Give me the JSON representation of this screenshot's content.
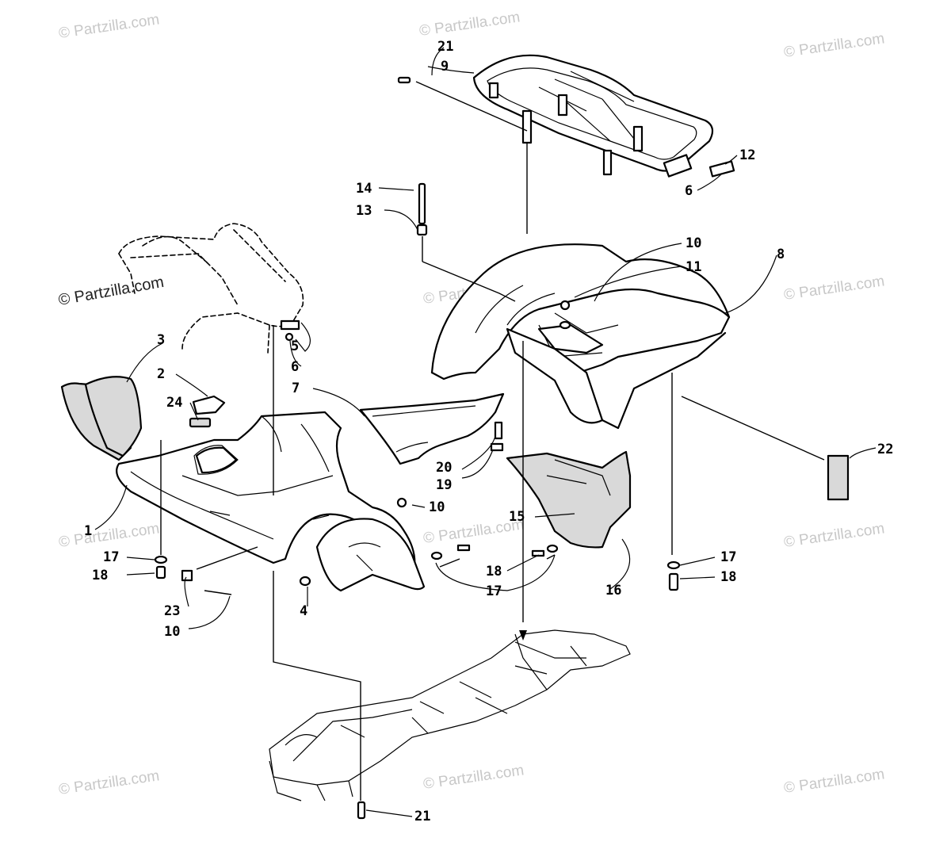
{
  "watermark": {
    "text": "© Partzilla.com"
  },
  "callouts": {
    "c1": "1",
    "c2": "2",
    "c3": "3",
    "c4": "4",
    "c5": "5",
    "c6a": "6",
    "c6b": "6",
    "c7": "7",
    "c8": "8",
    "c9": "9",
    "c10a": "10",
    "c10b": "10",
    "c10c": "10",
    "c11": "11",
    "c12": "12",
    "c13": "13",
    "c14": "14",
    "c15": "15",
    "c16": "16",
    "c17a": "17",
    "c17b": "17",
    "c17c": "17",
    "c18a": "18",
    "c18b": "18",
    "c18c": "18",
    "c19": "19",
    "c20": "20",
    "c21a": "21",
    "c21b": "21",
    "c22": "22",
    "c23": "23",
    "c24": "24"
  }
}
